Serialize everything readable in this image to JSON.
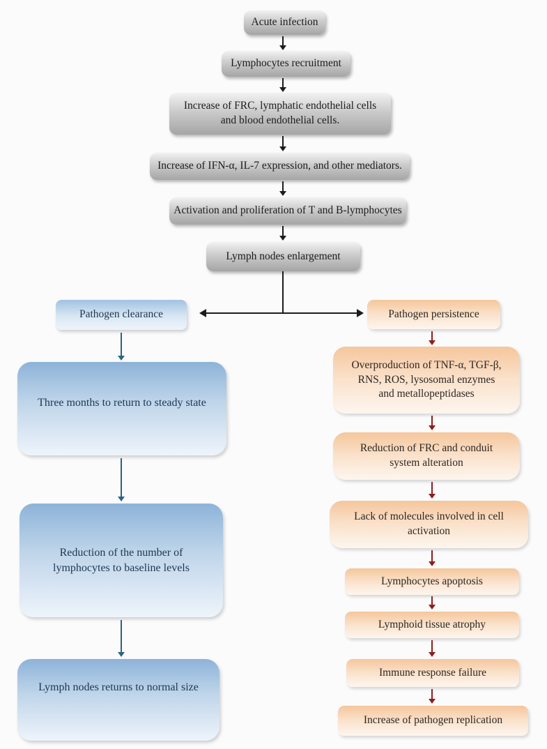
{
  "colors": {
    "background": "#fbfbfc",
    "gray_box_top": "#f2f2f2",
    "gray_box_bottom": "#a5a5a5",
    "blue_box_top": "#8db3d8",
    "blue_box_bottom": "#eef4fb",
    "orange_box_top": "#f5c69c",
    "orange_box_bottom": "#fdf6ef",
    "arrow_black": "#1c1c1c",
    "arrow_blue": "#2b6486",
    "arrow_red": "#8f1d1d"
  },
  "main_chain": [
    "Acute infection",
    "Lymphocytes recruitment",
    "Increase of FRC, lymphatic endothelial cells and blood endothelial cells.",
    "Increase of IFN-α, IL-7 expression, and other mediators.",
    "Activation and proliferation of T and B-lymphocytes",
    "Lymph nodes enlargement"
  ],
  "left_branch": {
    "header": "Pathogen clearance",
    "steps": [
      "Three months to return to steady state",
      "Reduction of the number of lymphocytes to baseline levels",
      "Lymph nodes returns to normal size"
    ]
  },
  "right_branch": {
    "header": "Pathogen persistence",
    "steps": [
      "Overproduction of TNF-α, TGF-β, RNS, ROS, lysosomal enzymes and metallopeptidases",
      "Reduction of FRC and conduit system alteration",
      "Lack of molecules involved in cell activation",
      "Lymphocytes apoptosis",
      "Lymphoid tissue atrophy",
      "Immune response failure",
      "Increase of pathogen replication"
    ]
  }
}
